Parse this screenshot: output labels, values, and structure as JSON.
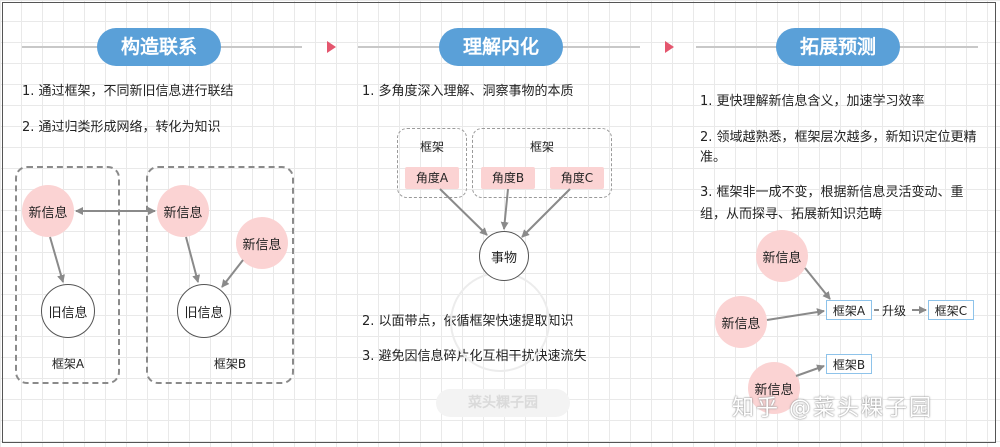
{
  "sections": [
    {
      "title": "构造联系",
      "items": [
        "1. 通过框架，不同新旧信息进行联结",
        "2. 通过归类形成网络，转化为知识"
      ]
    },
    {
      "title": "理解内化",
      "items": [
        "1. 多角度深入理解、洞察事物的本质",
        "2. 以面带点，依循框架快速提取知识",
        "3. 避免因信息碎片化互相干扰快速流失"
      ]
    },
    {
      "title": "拓展预测",
      "items": [
        "1. 更快理解新信息含义，加速学习效率",
        "2. 领域越熟悉，框架层次越多，新知识定位更精准。",
        "3. 框架非一成不变，根据新信息灵活变动、重组，从而探寻、拓展新知识范畴"
      ]
    }
  ],
  "diagram1": {
    "new_info": "新信息",
    "old_info": "旧信息",
    "frame_a": "框架A",
    "frame_b": "框架B"
  },
  "diagram2": {
    "frame_left": "框架",
    "frame_right": "框架",
    "angle_a": "角度A",
    "angle_b": "角度B",
    "angle_c": "角度C",
    "thing": "事物"
  },
  "diagram3": {
    "new_info": "新信息",
    "frame_a": "框架A",
    "upgrade": "升级",
    "frame_c": "框架C",
    "frame_b": "框架B"
  },
  "watermark": "知乎 @菜头粿子园",
  "stamp": "菜头粿子园",
  "colors": {
    "pill": "#5aa0d8",
    "pink": "#fbd3d3",
    "separator": "#e4566e",
    "frame_border": "#8ec3ea"
  }
}
